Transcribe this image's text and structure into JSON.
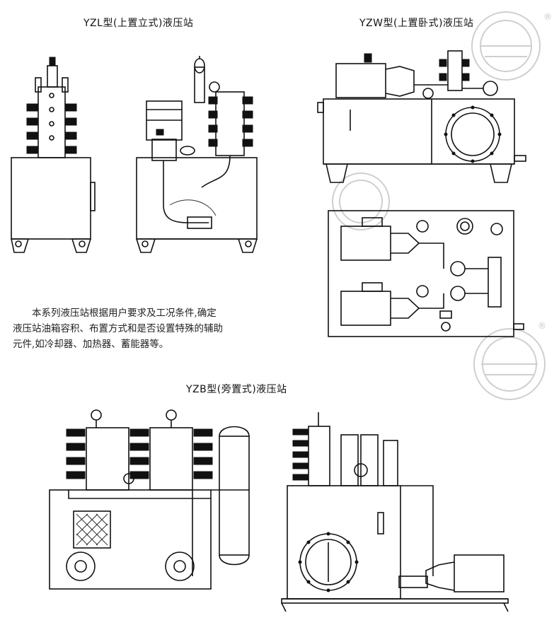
{
  "titles": {
    "yzl": "YZL型(上置立式)液压站",
    "yzw": "YZW型(上置卧式)液压站",
    "yzb": "YZB型(旁置式)液压站"
  },
  "description": [
    "本系列液压站根据用户要求及工况条件,确定",
    "液压站油箱容积、布置方式和是否设置特殊的辅助",
    "元件,如冷却器、加热器、蓄能器等。"
  ],
  "watermark_mark": "®",
  "colors": {
    "ink": "#111111",
    "watermark": "#cfcfcf"
  }
}
